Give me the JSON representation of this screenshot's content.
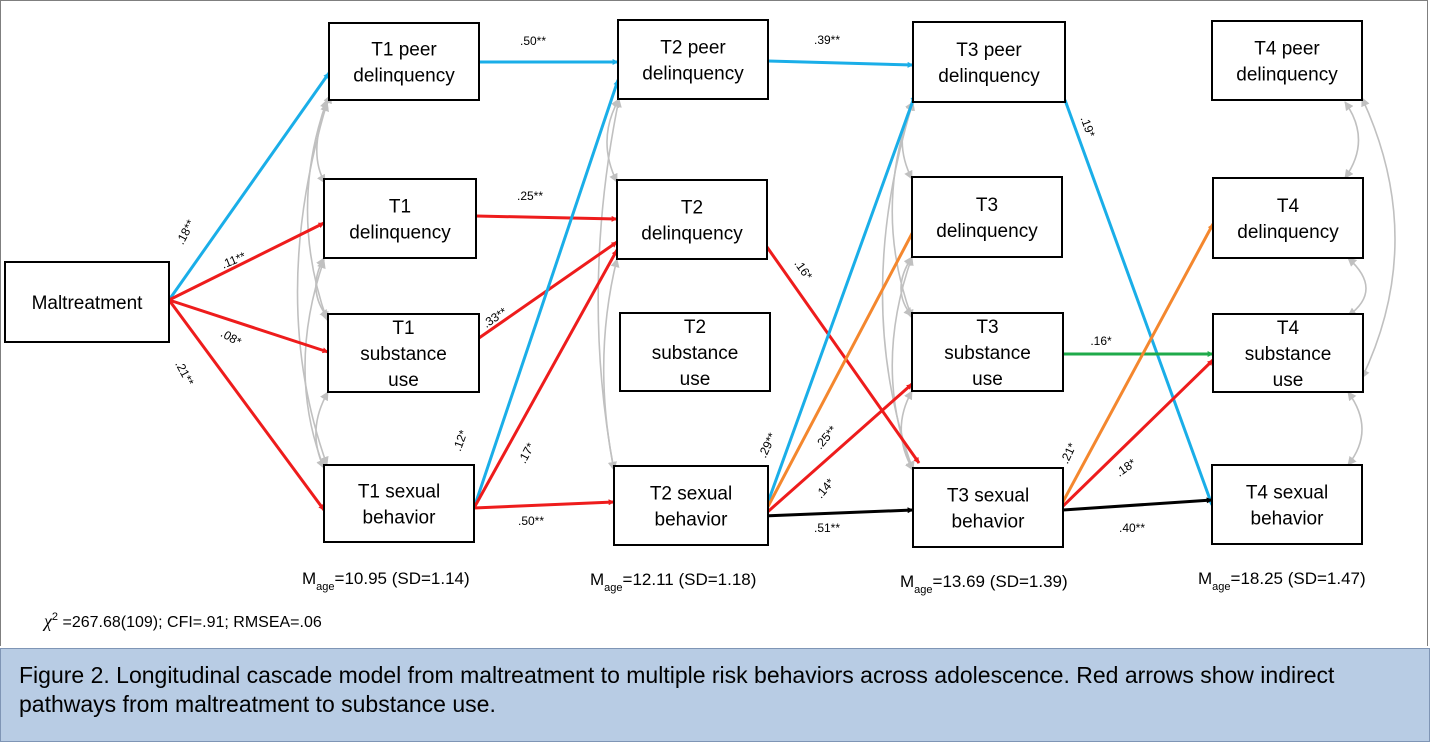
{
  "nodes": [
    {
      "id": "maltreatment",
      "label": "Maltreatment"
    },
    {
      "id": "t1_peer",
      "label": "T1 peer\ndelinquency"
    },
    {
      "id": "t1_delinq",
      "label": "T1\ndelinquency"
    },
    {
      "id": "t1_sub",
      "label": "T1\nsubstance\nuse"
    },
    {
      "id": "t1_sex",
      "label": "T1 sexual\nbehavior"
    },
    {
      "id": "t2_peer",
      "label": "T2 peer\ndelinquency"
    },
    {
      "id": "t2_delinq",
      "label": "T2\ndelinquency"
    },
    {
      "id": "t2_sub",
      "label": "T2\nsubstance\nuse"
    },
    {
      "id": "t2_sex",
      "label": "T2 sexual\nbehavior"
    },
    {
      "id": "t3_peer",
      "label": "T3 peer\ndelinquency"
    },
    {
      "id": "t3_delinq",
      "label": "T3\ndelinquency"
    },
    {
      "id": "t3_sub",
      "label": "T3\nsubstance\nuse"
    },
    {
      "id": "t3_sex",
      "label": "T3 sexual\nbehavior"
    },
    {
      "id": "t4_peer",
      "label": "T4 peer\ndelinquency"
    },
    {
      "id": "t4_delinq",
      "label": "T4\ndelinquency"
    },
    {
      "id": "t4_sub",
      "label": "T4\nsubstance\nuse"
    },
    {
      "id": "t4_sex",
      "label": "T4 sexual\nbehavior"
    }
  ],
  "edges": [
    {
      "from": "maltreatment",
      "to": "t1_peer",
      "coef": ".18**",
      "color": "#1aaee8"
    },
    {
      "from": "maltreatment",
      "to": "t1_delinq",
      "coef": ".11**",
      "color": "#ee1c1c"
    },
    {
      "from": "maltreatment",
      "to": "t1_sub",
      "coef": ".08*",
      "color": "#ee1c1c"
    },
    {
      "from": "maltreatment",
      "to": "t1_sex",
      "coef": ".21**",
      "color": "#ee1c1c"
    },
    {
      "from": "t1_peer",
      "to": "t2_peer",
      "coef": ".50**",
      "color": "#1aaee8"
    },
    {
      "from": "t1_delinq",
      "to": "t2_delinq",
      "coef": ".25**",
      "color": "#ee1c1c"
    },
    {
      "from": "t1_sub",
      "to": "t2_delinq",
      "coef": ".33**",
      "color": "#ee1c1c"
    },
    {
      "from": "t1_sex",
      "to": "t2_peer",
      "coef": ".12*",
      "color": "#1aaee8"
    },
    {
      "from": "t1_sex",
      "to": "t2_delinq",
      "coef": ".17*",
      "color": "#ee1c1c"
    },
    {
      "from": "t1_sex",
      "to": "t2_sex",
      "coef": ".50**",
      "color": "#ee1c1c"
    },
    {
      "from": "t2_peer",
      "to": "t3_peer",
      "coef": ".39**",
      "color": "#1aaee8"
    },
    {
      "from": "t2_delinq",
      "to": "t3_sex",
      "coef": ".16*",
      "color": "#ee1c1c"
    },
    {
      "from": "t2_sex",
      "to": "t3_peer",
      "coef": ".29**",
      "color": "#1aaee8"
    },
    {
      "from": "t2_sex",
      "to": "t3_delinq",
      "coef": "",
      "color": "#f4872e"
    },
    {
      "from": "t2_sex",
      "to": "t3_sub",
      "coef": ".25**",
      "color": "#ee1c1c"
    },
    {
      "from": "t2_sex",
      "to": "t3_sex",
      "coef": ".51**",
      "color": "#000000"
    },
    {
      "from": "t3_peer",
      "to": "t4_sex",
      "coef": ".19*",
      "color": "#1aaee8"
    },
    {
      "from": "t3_sub",
      "to": "t4_sub",
      "coef": ".16*",
      "color": "#1faa4a"
    },
    {
      "from": "t3_sex",
      "to": "t4_delinq",
      "coef": ".21*",
      "color": "#f4872e"
    },
    {
      "from": "t3_sex",
      "to": "t4_sub",
      "coef": ".18*",
      "color": "#ee1c1c"
    },
    {
      "from": "t3_sex",
      "to": "t4_sex",
      "coef": ".40**",
      "color": "#000000"
    }
  ],
  "extra_coefs": [
    ".14*"
  ],
  "ages": [
    {
      "prefix": "M",
      "sub": "age",
      "value": "=10.95 (SD=1.14)"
    },
    {
      "prefix": "M",
      "sub": "age",
      "value": "=12.11 (SD=1.18)"
    },
    {
      "prefix": "M",
      "sub": "age",
      "value": "=13.69 (SD=1.39)"
    },
    {
      "prefix": "M",
      "sub": "age",
      "value": "=18.25 (SD=1.47)"
    }
  ],
  "fit": {
    "chi": "χ",
    "sup": "2",
    "text": " =267.68(109); CFI=.91; RMSEA=.06"
  },
  "caption": "Figure 2. Longitudinal cascade model from maltreatment to multiple risk behaviors across adolescence. Red arrows show indirect pathways from maltreatment to substance use."
}
